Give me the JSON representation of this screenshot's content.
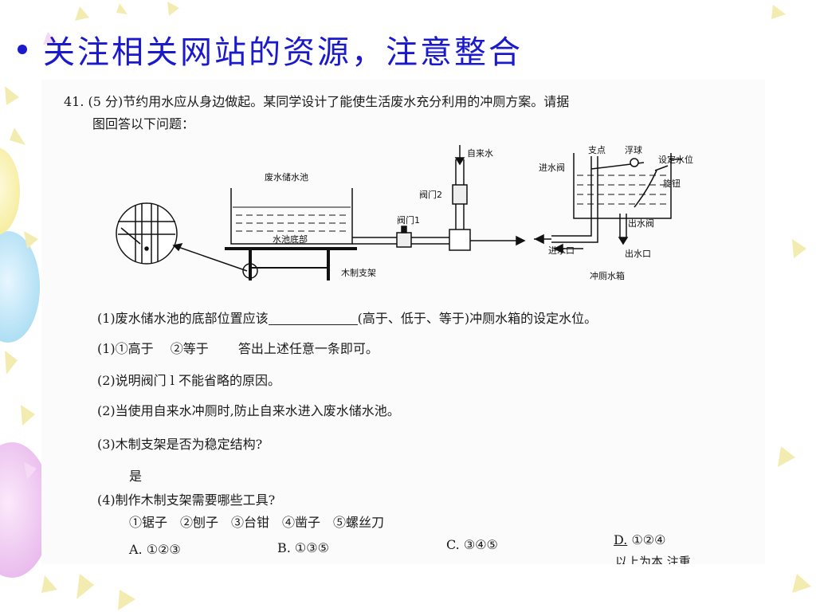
{
  "slide": {
    "title": "关注相关网站的资源，注意整合"
  },
  "question": {
    "number": "41.",
    "intro_line1": "(5 分)节约用水应从身边做起。某同学设计了能使生活废水充分利用的冲厕方案。请据",
    "intro_line2": "图回答以下问题："
  },
  "diagram": {
    "waste_pool": "废水储水池",
    "pool_bottom": "水池底部",
    "wood_frame": "木制支架",
    "tap_water": "自来水",
    "valve2": "阀门2",
    "valve1": "阀门1",
    "fulcrum": "支点",
    "float_ball": "浮球",
    "set_level": "设定水位",
    "inlet_valve": "进水阀",
    "knob": "旋钮",
    "outlet_valve": "出水阀",
    "inlet": "进水口",
    "outlet": "出水口",
    "tank": "冲厕水箱"
  },
  "items": {
    "q1_pre": "(1)废水储水池的底部位置应该",
    "q1_post": "(高于、低于、等于)冲厕水箱的设定水位。",
    "a1": "(1)①高于　 ②等于　　 答出上述任意一条即可。",
    "q2": "(2)说明阀门 l 不能省略的原因。",
    "a2": "(2)当使用自来水冲厕时,防止自来水进入废水储水池。",
    "q3": "(3)木制支架是否为稳定结构?",
    "a3": "是",
    "q4": "(4)制作木制支架需要哪些工具?",
    "tools": "①锯子　②刨子　③台钳　④凿子　⑤螺丝刀",
    "optA": "A. ①②③",
    "optB": "B. ①③⑤",
    "optC": "C. ③④⑤",
    "optD_letter": "D.",
    "optD_val": "①②④",
    "cut_line": "……以上为本,注重"
  }
}
